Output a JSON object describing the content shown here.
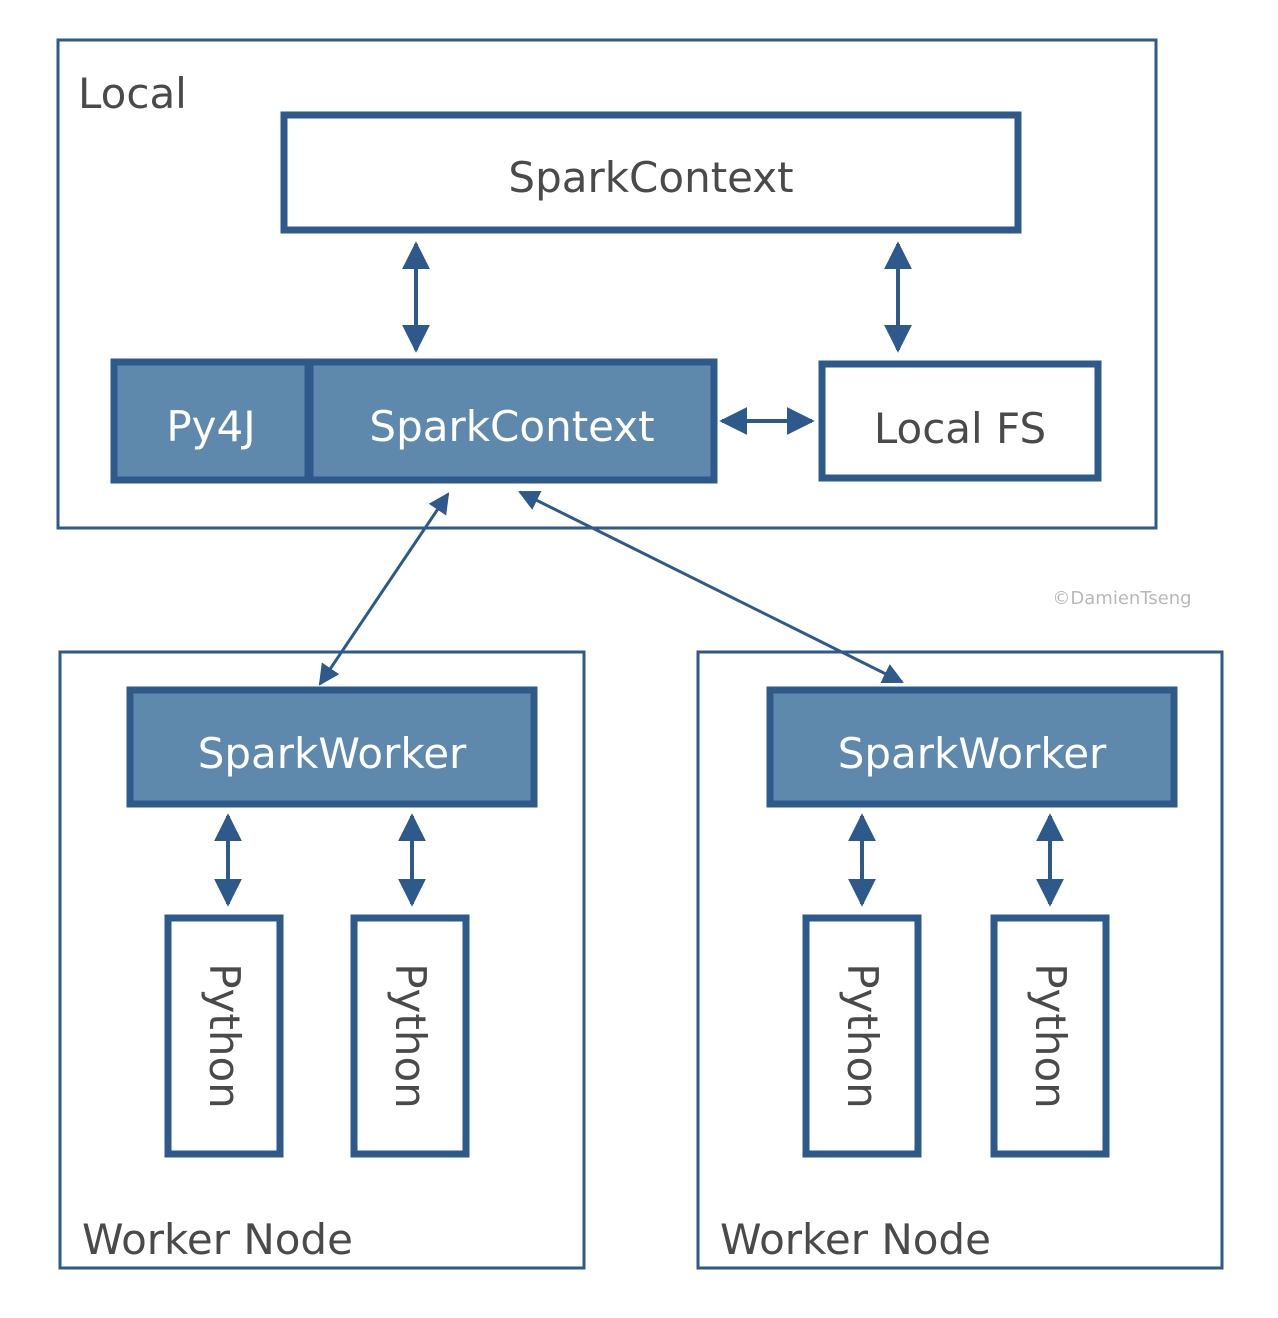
{
  "colors": {
    "stroke": "#2d5a8a",
    "filled_box": "#5f88ad",
    "text_dark": "#4a4a4a",
    "text_light": "#ffffff",
    "watermark": "#b8b8b8"
  },
  "local": {
    "label": "Local",
    "top_box": "SparkContext",
    "py4j": "Py4J",
    "spark_context": "SparkContext",
    "local_fs": "Local FS"
  },
  "watermark": "©DamienTseng",
  "worker_nodes": [
    {
      "label": "Worker Node",
      "worker": "SparkWorker",
      "pythons": [
        "Python",
        "Python"
      ]
    },
    {
      "label": "Worker Node",
      "worker": "SparkWorker",
      "pythons": [
        "Python",
        "Python"
      ]
    }
  ]
}
